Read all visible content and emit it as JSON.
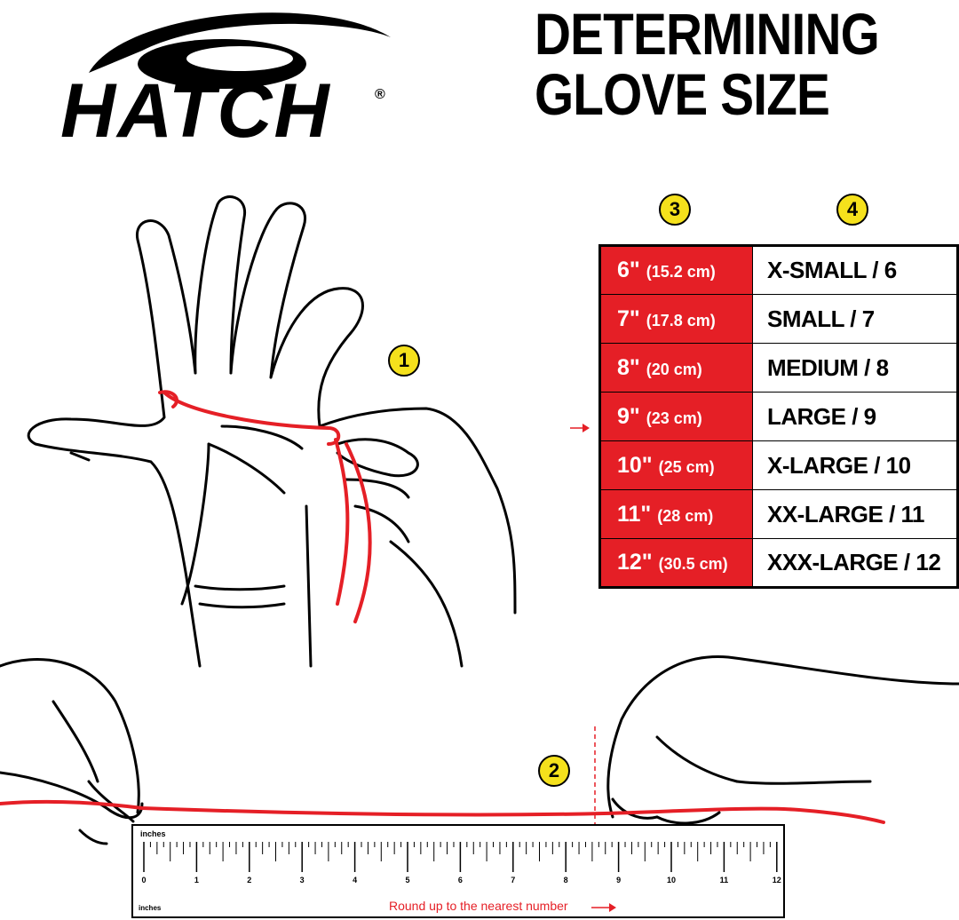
{
  "brand": {
    "name": "HATCH",
    "registered_mark": "®"
  },
  "title": {
    "line1": "DETERMINING",
    "line2": "GLOVE SIZE"
  },
  "steps": {
    "step1": "1",
    "step2": "2",
    "step3": "3",
    "step4": "4"
  },
  "size_chart": [
    {
      "inches": "6\"",
      "cm": "(15.2 cm)",
      "size": "X-SMALL / 6"
    },
    {
      "inches": "7\"",
      "cm": "(17.8 cm)",
      "size": "SMALL / 7"
    },
    {
      "inches": "8\"",
      "cm": "(20 cm)",
      "size": "MEDIUM / 8"
    },
    {
      "inches": "9\"",
      "cm": "(23 cm)",
      "size": "LARGE / 9"
    },
    {
      "inches": "10\"",
      "cm": "(25 cm)",
      "size": "X-LARGE / 10"
    },
    {
      "inches": "11\"",
      "cm": "(28 cm)",
      "size": "XX-LARGE / 11"
    },
    {
      "inches": "12\"",
      "cm": "(30.5 cm)",
      "size": "XXX-LARGE / 12"
    }
  ],
  "highlighted_row": 3,
  "ruler": {
    "label": "inches",
    "unit_label": "inches",
    "numbers": [
      "0",
      "1",
      "2",
      "3",
      "4",
      "5",
      "6",
      "7",
      "8",
      "9",
      "10",
      "11",
      "12"
    ],
    "note": "Round up to the nearest number"
  },
  "colors": {
    "accent_red": "#e51f26",
    "badge_yellow": "#f5e11c",
    "ink": "#000000"
  }
}
